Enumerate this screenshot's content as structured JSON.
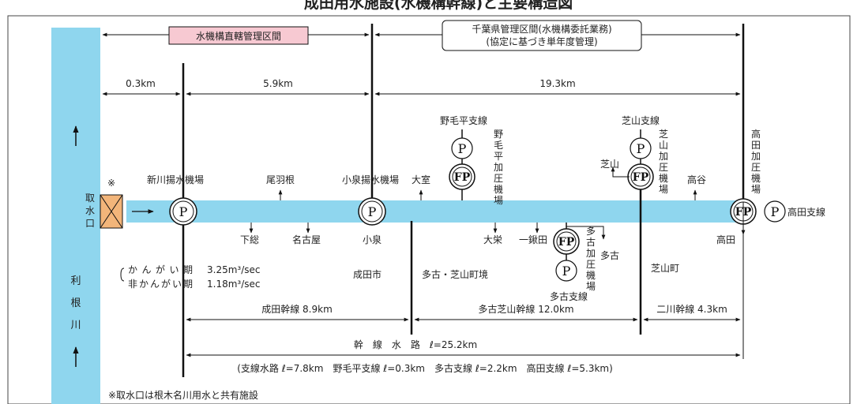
{
  "title": "成田用水施設(水機構幹線)と主要構造図",
  "river": {
    "label": "利根川"
  },
  "intake": {
    "label": "取水口",
    "mark": "※",
    "note": "※取水口は根木名川用水と共有施設"
  },
  "management": {
    "zone1": "水機構直轄管理区間",
    "zone2_line1": "千葉県管理区間(水機構委託業務)",
    "zone2_line2": "(協定に基づき単年度管理)"
  },
  "distances": {
    "d1": "0.3km",
    "d2": "5.9km",
    "d3": "19.3km"
  },
  "stations": {
    "shinkawa": "新川揚水機場",
    "koizumi": "小泉揚水機場",
    "pump_symbol": "P",
    "fp_symbol": "FP"
  },
  "branches": {
    "nogehira": "野毛平支線",
    "nogehira_station": "野毛平加圧機場",
    "shibayama": "芝山支線",
    "shibayama_station": "芝山加圧機場",
    "taga": "多古支線",
    "taga_station": "多古加圧機場",
    "takada_station": "高田加圧機場",
    "takada_branch": "高田支線"
  },
  "places": {
    "obane": "尾羽根",
    "shimousa": "下総",
    "nagoya": "名古屋",
    "koizumi": "小泉",
    "omuro": "大室",
    "daiei": "大栄",
    "ichikuwada": "一鍬田",
    "taga": "多古",
    "shibayama": "芝山",
    "takaya": "高谷",
    "takada": "高田"
  },
  "boundaries": {
    "narita": "成田市",
    "taga_shibayama": "多古・芝山町境",
    "shibayama_town": "芝山町"
  },
  "flows": {
    "irrigation_label": "かんがい期",
    "irrigation_value": "3.25m³/sec",
    "non_irrigation_label": "非かんがい期",
    "non_irrigation_value": "1.18m³/sec"
  },
  "trunks": {
    "narita": "成田幹線 8.9km",
    "taga_shibayama": "多古芝山幹線 12.0km",
    "futakawa": "二川幹線 4.3km",
    "main_canal": "幹　線　水　路　ℓ=25.2km",
    "branch_summary": "(支線水路 ℓ=7.8km　野毛平支線 ℓ=0.3km　多古支線 ℓ=2.2km　高田支線 ℓ=5.3km)"
  },
  "colors": {
    "water": "#8fd6ee",
    "zone1_fill": "#f7c9d2",
    "intake_fill": "#f2b57a",
    "line": "#111111"
  }
}
